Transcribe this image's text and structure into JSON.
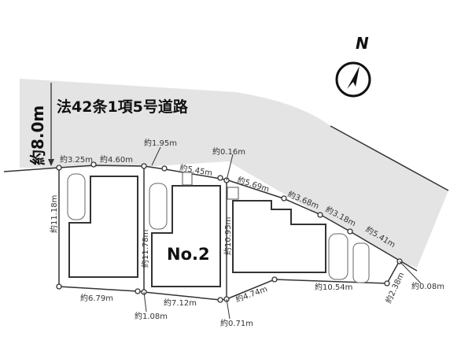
{
  "road_label": "法42条1項5号道路",
  "road_width": "約8.0m",
  "lot_label": "No.2",
  "north_label": "N",
  "dimensions": {
    "d325": "約3.25m",
    "d460": "約4.60m",
    "d195": "約1.95m",
    "d545": "約5.45m",
    "d016": "約0.16m",
    "d569": "約5.69m",
    "d368": "約3.68m",
    "d318": "約3.18m",
    "d541": "約5.41m",
    "d008": "約0.08m",
    "d238": "約2.38m",
    "d1054": "約10.54m",
    "d474": "約4.74m",
    "d071": "約0.71m",
    "d712": "約7.12m",
    "d108": "約1.08m",
    "d679": "約6.79m",
    "d1118": "約11.18m",
    "d1178": "約11.78m",
    "d1095": "約10.95m"
  },
  "colors": {
    "road": "#e4e4e4",
    "line": "#333333"
  }
}
